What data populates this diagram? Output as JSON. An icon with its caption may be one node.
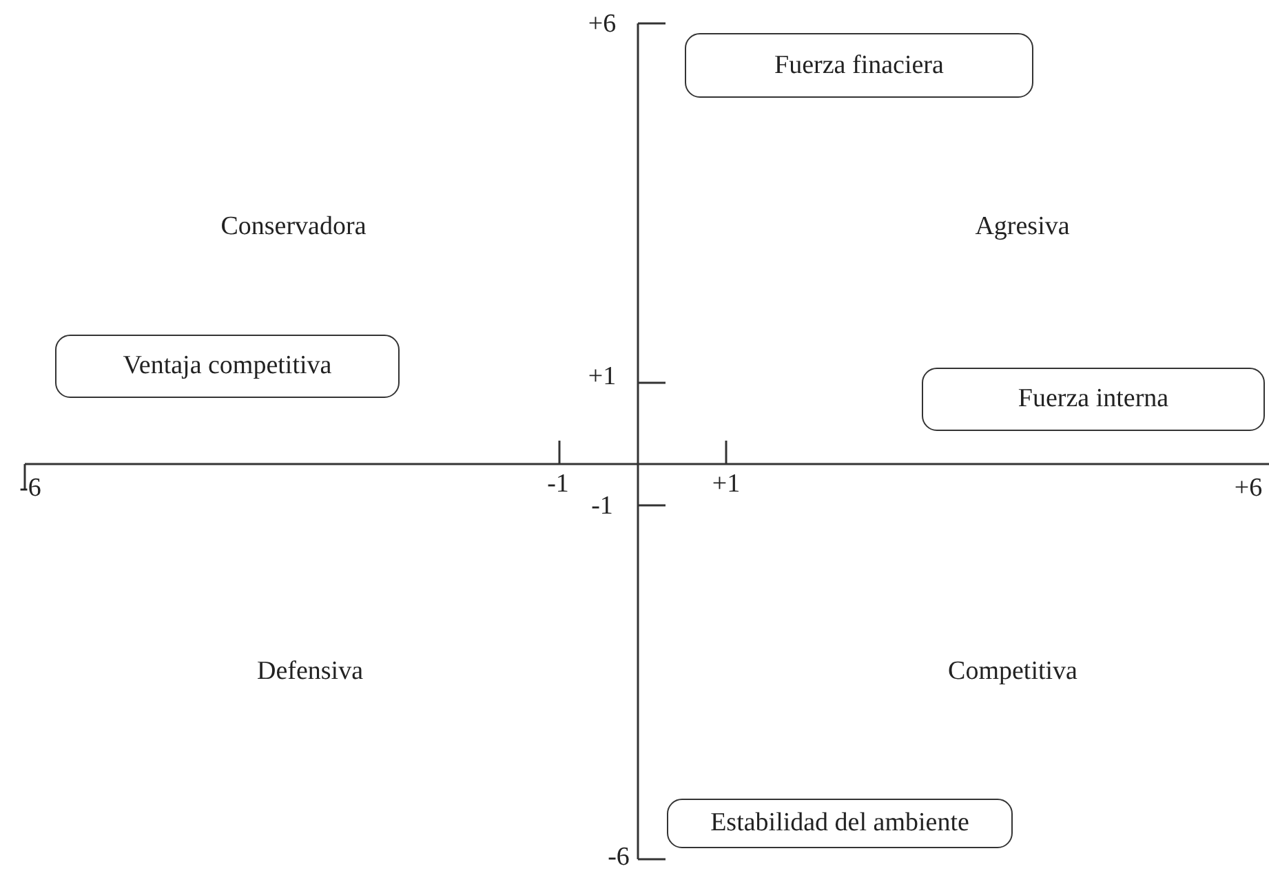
{
  "diagram": {
    "nodes": [
      {
        "text": [
          "Fuerza finaciera"
        ]
      },
      {
        "text": [
          "Ventaja competitiva"
        ]
      },
      {
        "text": [
          "Fuerza interna"
        ]
      },
      {
        "text": [
          "Estabilidad del ambiente"
        ]
      }
    ],
    "labels": [
      "+6",
      "Conservadora",
      "Agresiva",
      "+1",
      "-6",
      "-1",
      "+1",
      "+6",
      "-1",
      "Defensiva",
      "Competitiva",
      "-6"
    ]
  }
}
